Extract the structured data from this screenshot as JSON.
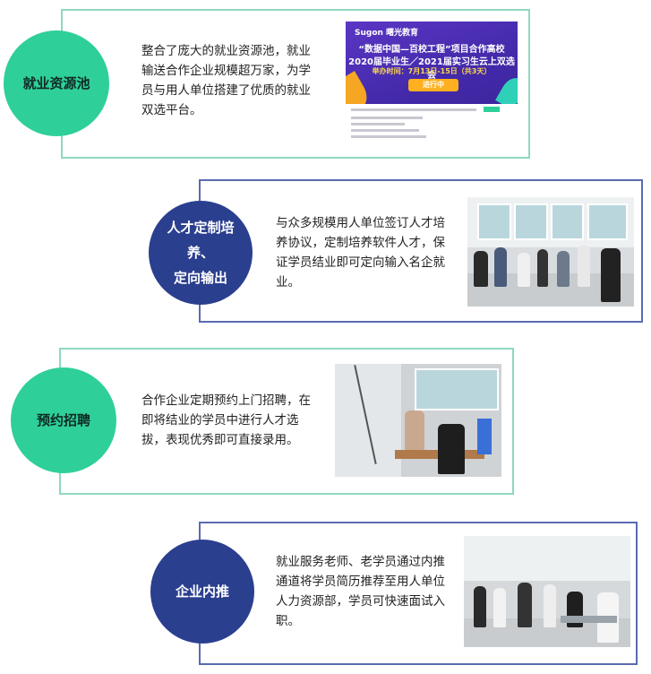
{
  "sections": [
    {
      "title": "就业资源池",
      "description": "整合了庞大的就业资源池，就业输送合作企业规模超万家，为学员与用人单位搭建了优质的就业双选平台。",
      "lines": [
        "整合了庞大的就业资源池，就业",
        "输送合作企业规模超万家，为学",
        "员与用人单位搭建了优质的就业",
        "双选平台。"
      ],
      "image": "recruitment-poster",
      "poster": {
        "brand": "Sugon 曙光教育",
        "headline": "“数据中国—百校工程”项目合作高校",
        "subheadline": "2020届毕业生／2021届实习生云上双选会",
        "date": "举办时间：7月13日-15日（共3天）",
        "status": "进行中"
      }
    },
    {
      "title": "人才定制培养、定向输出",
      "title_lines": [
        "人才定制培养、",
        "定向输出"
      ],
      "description": "与众多规模用人单位签订人才培养协议，定制培养软件人才，保证学员结业即可定向输入名企就业。",
      "lines": [
        "与众多规模用人单位签订人才培",
        "养协议，定制培养软件人才，保",
        "证学员结业即可定向输入名企就",
        "业。"
      ],
      "image": "job-fair-photo"
    },
    {
      "title": "预约招聘",
      "description": "合作企业定期预约上门招聘，在即将结业的学员中进行人才选拔，表现优秀即可直接录用。",
      "lines": [
        "合作企业定期预约上门招聘，在",
        "即将结业的学员中进行人才选",
        "拔，表现优秀即可直接录用。"
      ],
      "image": "interview-photo"
    },
    {
      "title": "企业内推",
      "description": "就业服务老师、老学员通过内推通道将学员简历推荐至用人单位人力资源部，学员可快速面试入职。",
      "lines": [
        "就业服务老师、老学员通过内推",
        "通道将学员简历推荐至用人单位",
        "人力资源部，学员可快速面试入",
        "职。"
      ],
      "image": "referral-photo"
    }
  ],
  "colors": {
    "green_accent": "#2fcf9a",
    "green_border": "#8fd8c0",
    "blue_accent": "#2b3f8f",
    "blue_border": "#5a6bb0"
  }
}
